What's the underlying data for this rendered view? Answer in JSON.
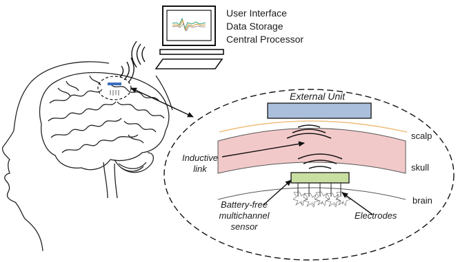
{
  "computer": {
    "labels": [
      "User Interface",
      "Data Storage",
      "Central Processor"
    ]
  },
  "inset": {
    "external_unit": "External Unit",
    "scalp": "scalp",
    "skull": "skull",
    "brain": "brain",
    "inductive_link_line1": "Inductive",
    "inductive_link_line2": "link",
    "sensor_line1": "Battery-free",
    "sensor_line2": "multichannel",
    "sensor_line3": "sensor",
    "electrodes": "Electrodes"
  },
  "colors": {
    "external_unit_fill": "#a9bfdc",
    "sensor_fill": "#c9dfa0",
    "skull_fill": "#f2c9c9",
    "scalp_line": "#f0c080",
    "implant_blue": "#3a6ebd"
  }
}
